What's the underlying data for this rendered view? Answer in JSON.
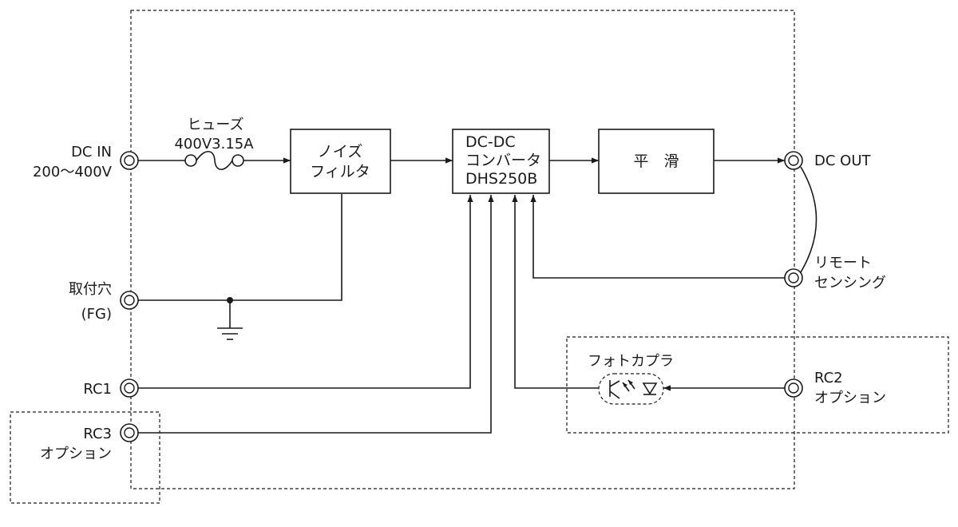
{
  "fuse": {
    "name": "ヒューズ",
    "rating": "400V3.15A"
  },
  "terminals": {
    "dc_in": {
      "label": "DC IN",
      "range": "200〜400V"
    },
    "mount": {
      "label": "取付穴",
      "sub": "(FG)"
    },
    "rc1": {
      "label": "RC1"
    },
    "rc3": {
      "label": "RC3",
      "sub": "オプション"
    },
    "dc_out": {
      "label": "DC OUT"
    },
    "remote": {
      "label": "リモート",
      "sub": "センシング"
    },
    "rc2": {
      "label": "RC2",
      "sub": "オプション"
    }
  },
  "blocks": {
    "noise_filter": {
      "line1": "ノイズ",
      "line2": "フィルタ"
    },
    "converter": {
      "line1": "DC-DC",
      "line2": "コンバータ",
      "line3": "DHS250B"
    },
    "smoothing": {
      "label": "平　滑"
    },
    "photocoupler": {
      "label": "フォトカプラ"
    }
  }
}
